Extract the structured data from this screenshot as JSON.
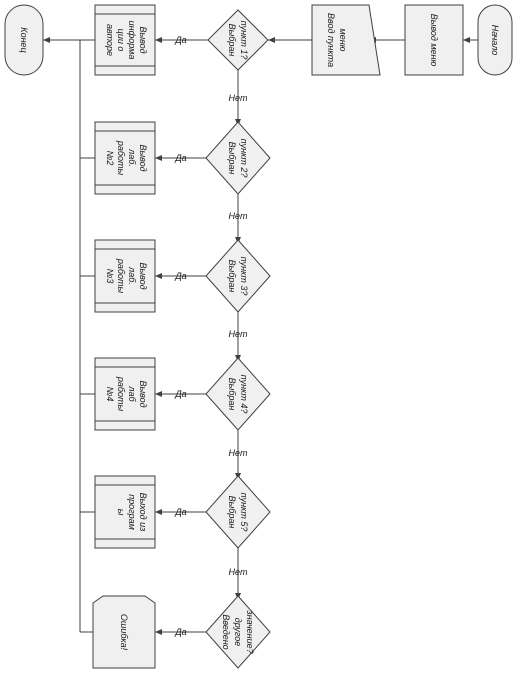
{
  "nodes": {
    "start": "Начало",
    "show_menu": "Вывод меню",
    "input_item": "Ввод пункта меню",
    "cond1": "Выбран пункт 1?",
    "cond2": "Выбран пункт 2?",
    "cond3": "Выбран пункт 3?",
    "cond4": "Выбран пункт 4?",
    "cond5": "Выбран пункт 5?",
    "cond6": "Введено другое значение?",
    "proc1": "Вывод информации о авторе",
    "proc2": "Вывод лаб. работы №2",
    "proc3": "Вывод лаб. работы №3",
    "proc4": "Вывод лаб работы №4",
    "proc5": "Выход из программы",
    "error": "Ошибка!",
    "end": "Конец"
  },
  "edge_labels": {
    "yes": "Да",
    "no": "Нет"
  }
}
